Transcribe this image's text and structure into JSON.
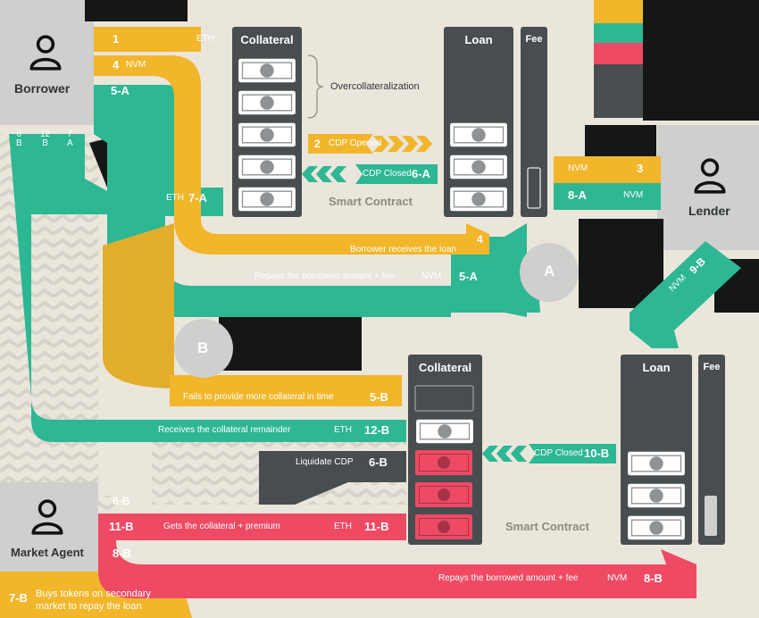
{
  "colors": {
    "yellow": "#f2b62b",
    "teal": "#2db793",
    "red": "#ee4a63",
    "dark": "#484d50",
    "grey": "#cfcfcd",
    "bg": "#ebe6dc",
    "black": "#151616"
  },
  "actors": {
    "borrower": "Borrower",
    "lender": "Lender",
    "market_agent": "Market Agent"
  },
  "icons": {
    "person": "person-icon",
    "banknote": "banknote-icon"
  },
  "circles": {
    "a": "A",
    "b": "B"
  },
  "top": {
    "collateral": "Collateral",
    "loan": "Loan",
    "fee": "Fee",
    "overcollateralization": "Overcollateralization",
    "cdp_opened": "CDP Opened",
    "cdp_opened_num": "2",
    "cdp_closed": "CDP Closed",
    "cdp_closed_num": "6-A",
    "smart_contract": "Smart Contract"
  },
  "bottom": {
    "collateral": "Collateral",
    "loan": "Loan",
    "fee": "Fee",
    "cdp_closed": "CDP Closed",
    "cdp_closed_num": "10-B",
    "smart_contract": "Smart Contract"
  },
  "flows": {
    "f1_num": "1",
    "f1_unit": "ETH",
    "f4_num": "4",
    "f4_unit": "NVM",
    "f5a_left": "5-A",
    "f6b_col": "6\nB",
    "f12b_col": "12\nB",
    "f7a_col": "7\nA",
    "f7a_unit": "ETH",
    "f7a_num": "7-A",
    "f3_unit": "NVM",
    "f3_num": "3",
    "f8a_num": "8-A",
    "f8a_unit": "NVM",
    "receives_loan": "Borrower receives the loan",
    "receives_loan_num": "4",
    "repays_text": "Repays the borrowed amount + fee",
    "repays_unit": "NVM",
    "repays_num": "5-A",
    "f9b_unit": "NVM",
    "f9b_num": "9-B",
    "fails_text": "Fails to provide more collateral in time",
    "fails_num": "5-B",
    "remainder_text": "Receives the collateral remainder",
    "remainder_unit": "ETH",
    "remainder_num": "12-B",
    "liquidate_text": "Liquidate CDP",
    "liquidate_num": "6-B",
    "f6b_left": "6-B",
    "premium_num_left": "11-B",
    "premium_text": "Gets the collateral + premium",
    "premium_unit": "ETH",
    "premium_num": "11-B",
    "f8b_left": "8-B",
    "repays_b_text": "Repays the borrowed amount + fee",
    "repays_b_unit": "NVM",
    "repays_b_num": "8-B",
    "buys_num": "7-B",
    "buys_line1": "Buys tokens on secondary",
    "buys_line2": "market to repay the loan"
  }
}
